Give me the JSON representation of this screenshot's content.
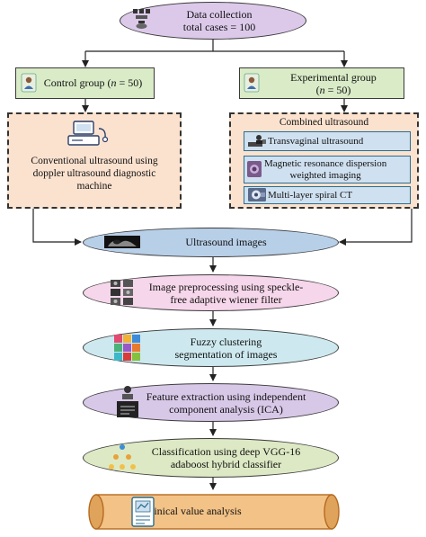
{
  "nodes": {
    "data_collection": {
      "line1": "Data collection",
      "line2": "total cases = 100"
    },
    "control_group": {
      "label": "Control group (",
      "n": "n",
      "value": " = 50)"
    },
    "experimental_group": {
      "line1": "Experimental group",
      "line2_pre": "(",
      "n": "n",
      "line2_post": " = 50)"
    },
    "conventional": {
      "line1": "Conventional ultrasound using",
      "line2": "doppler ultrasound diagnostic",
      "line3": "machine"
    },
    "combined": {
      "title": "Combined ultrasound",
      "items": [
        {
          "line1": "Transvaginal ultrasound"
        },
        {
          "line1": "Magnetic resonance dispersion",
          "line2": "weighted imaging"
        },
        {
          "line1": "Multi-layer spiral CT"
        }
      ]
    },
    "ultrasound_images": {
      "label": "Ultrasound images"
    },
    "preprocessing": {
      "line1": "Image preprocessing using speckle-",
      "line2": "free adaptive wiener filter"
    },
    "fuzzy": {
      "line1": "Fuzzy clustering",
      "line2": "segmentation of images"
    },
    "feature": {
      "line1": "Feature extraction using independent",
      "line2": "component analysis (ICA)"
    },
    "classification": {
      "line1": "Classification using deep VGG-16",
      "line2": "adaboost hybrid classifier"
    },
    "clinical": {
      "label": "Clinical value analysis"
    }
  },
  "colors": {
    "lavender": "#dcc9ea",
    "green_box": "#d9ebc7",
    "peach": "#fbe2cf",
    "blue_oval": "#b8cfe8",
    "pink_oval": "#f6d6ea",
    "cyan_oval": "#cde9ef",
    "purple_oval": "#d8c8e8",
    "green_oval": "#dde9c4",
    "scroll": "#f3c287"
  },
  "icons": [
    "hierarchy-icon",
    "person-icon",
    "person-icon",
    "ultrasound-machine-icon",
    "doctor-icon",
    "mri-icon",
    "ct-icon",
    "ultrasound-scan-icon",
    "image-grid-icon",
    "color-grid-icon",
    "feature-extraction-icon",
    "network-icon",
    "report-icon"
  ]
}
